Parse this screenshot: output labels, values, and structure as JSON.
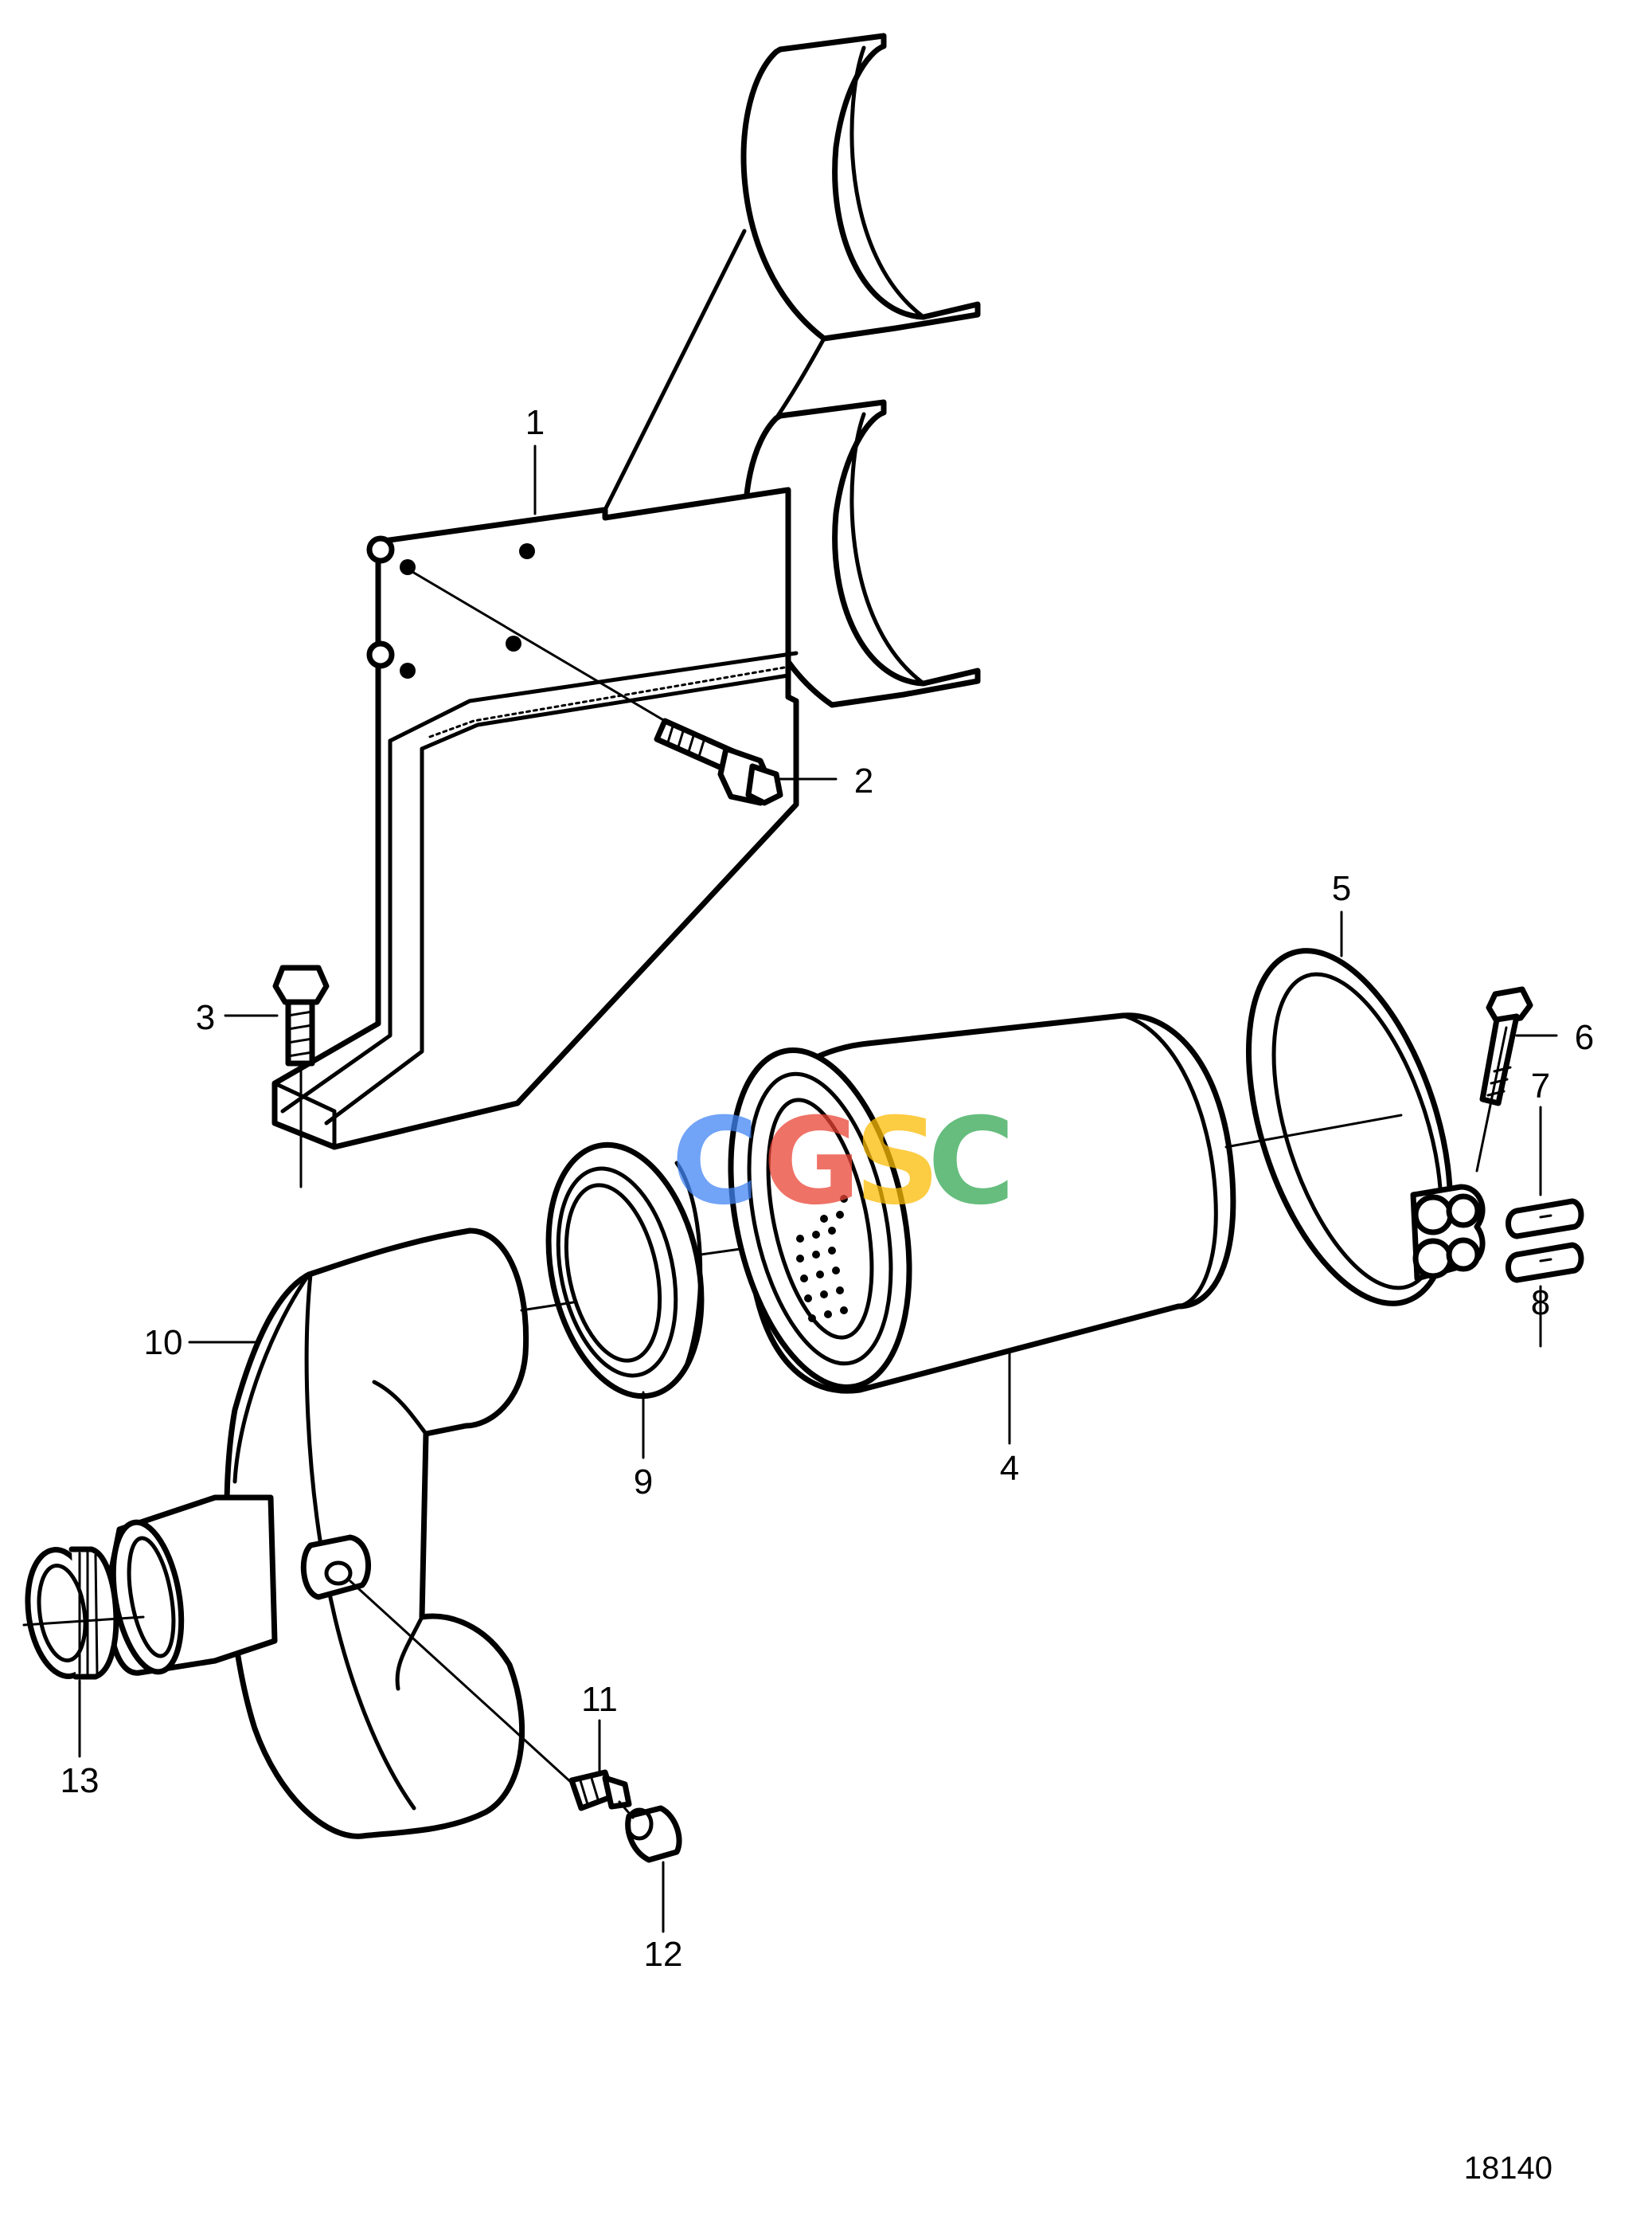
{
  "figure_number": "18140",
  "watermark": {
    "letters": [
      {
        "char": "C",
        "color": "#4285F4"
      },
      {
        "char": "G",
        "color": "#EA4335"
      },
      {
        "char": "S",
        "color": "#FBBC05"
      },
      {
        "char": "C",
        "color": "#34A853"
      }
    ]
  },
  "callouts": [
    {
      "label": "1"
    },
    {
      "label": "2"
    },
    {
      "label": "3"
    },
    {
      "label": "4"
    },
    {
      "label": "5"
    },
    {
      "label": "6"
    },
    {
      "label": "7"
    },
    {
      "label": "8"
    },
    {
      "label": "9"
    },
    {
      "label": "10"
    },
    {
      "label": "11"
    },
    {
      "label": "12"
    },
    {
      "label": "13"
    }
  ]
}
